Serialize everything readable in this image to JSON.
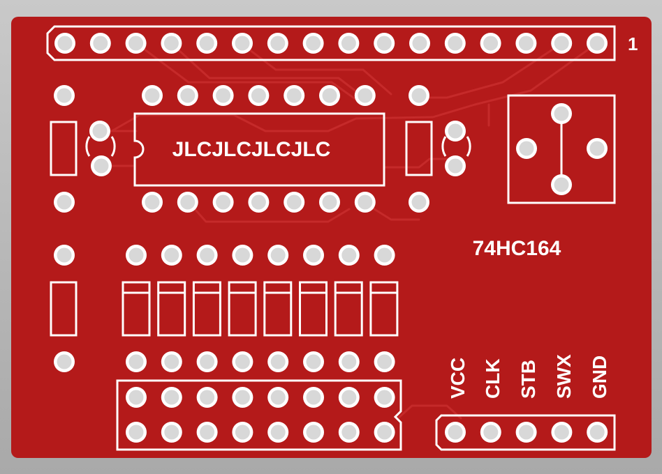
{
  "board": {
    "color": "#b41a1a",
    "trace_color": "#c52a2a",
    "silkscreen_color": "#ffffff",
    "pad_ring_color": "#ffffff",
    "pad_hole_color": "#d8d8d8"
  },
  "labels": {
    "pin1_marker": "1",
    "ic_marking": "JLCJLCJLCJLC",
    "chip_name": "74HC164"
  },
  "connector_pins": [
    "VCC",
    "CLK",
    "STB",
    "SWX",
    "GND"
  ]
}
